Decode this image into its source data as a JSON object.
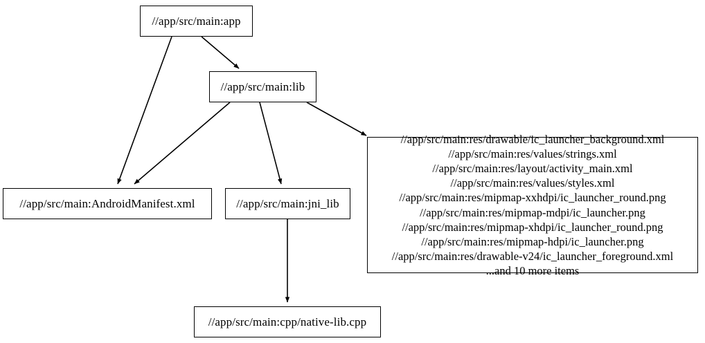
{
  "graph": {
    "type": "dependency-graph",
    "orientation": "top-down",
    "background_color": "#ffffff",
    "node_border_color": "#000000",
    "node_fill_color": "#ffffff",
    "edge_color": "#000000",
    "nodes": [
      {
        "id": "app",
        "label": "//app/src/main:app"
      },
      {
        "id": "lib",
        "label": "//app/src/main:lib"
      },
      {
        "id": "manifest",
        "label": "//app/src/main:AndroidManifest.xml"
      },
      {
        "id": "jni",
        "label": "//app/src/main:jni_lib"
      },
      {
        "id": "nativelib",
        "label": "//app/src/main:cpp/native-lib.cpp"
      },
      {
        "id": "res",
        "label": "//app/src/main:res/drawable/ic_launcher_background.xml\n//app/src/main:res/values/strings.xml\n//app/src/main:res/layout/activity_main.xml\n//app/src/main:res/values/styles.xml\n//app/src/main:res/mipmap-xxhdpi/ic_launcher_round.png\n//app/src/main:res/mipmap-mdpi/ic_launcher.png\n//app/src/main:res/mipmap-xhdpi/ic_launcher_round.png\n//app/src/main:res/mipmap-hdpi/ic_launcher.png\n//app/src/main:res/drawable-v24/ic_launcher_foreground.xml\n...and 10 more items",
        "lines": [
          "//app/src/main:res/drawable/ic_launcher_background.xml",
          "//app/src/main:res/values/strings.xml",
          "//app/src/main:res/layout/activity_main.xml",
          "//app/src/main:res/values/styles.xml",
          "//app/src/main:res/mipmap-xxhdpi/ic_launcher_round.png",
          "//app/src/main:res/mipmap-mdpi/ic_launcher.png",
          "//app/src/main:res/mipmap-xhdpi/ic_launcher_round.png",
          "//app/src/main:res/mipmap-hdpi/ic_launcher.png",
          "//app/src/main:res/drawable-v24/ic_launcher_foreground.xml",
          "...and 10 more items"
        ],
        "overflow_note": "...and 10 more items"
      }
    ],
    "edges": [
      {
        "from": "app",
        "to": "lib"
      },
      {
        "from": "app",
        "to": "manifest"
      },
      {
        "from": "lib",
        "to": "manifest"
      },
      {
        "from": "lib",
        "to": "jni"
      },
      {
        "from": "lib",
        "to": "res"
      },
      {
        "from": "jni",
        "to": "nativelib"
      }
    ]
  }
}
